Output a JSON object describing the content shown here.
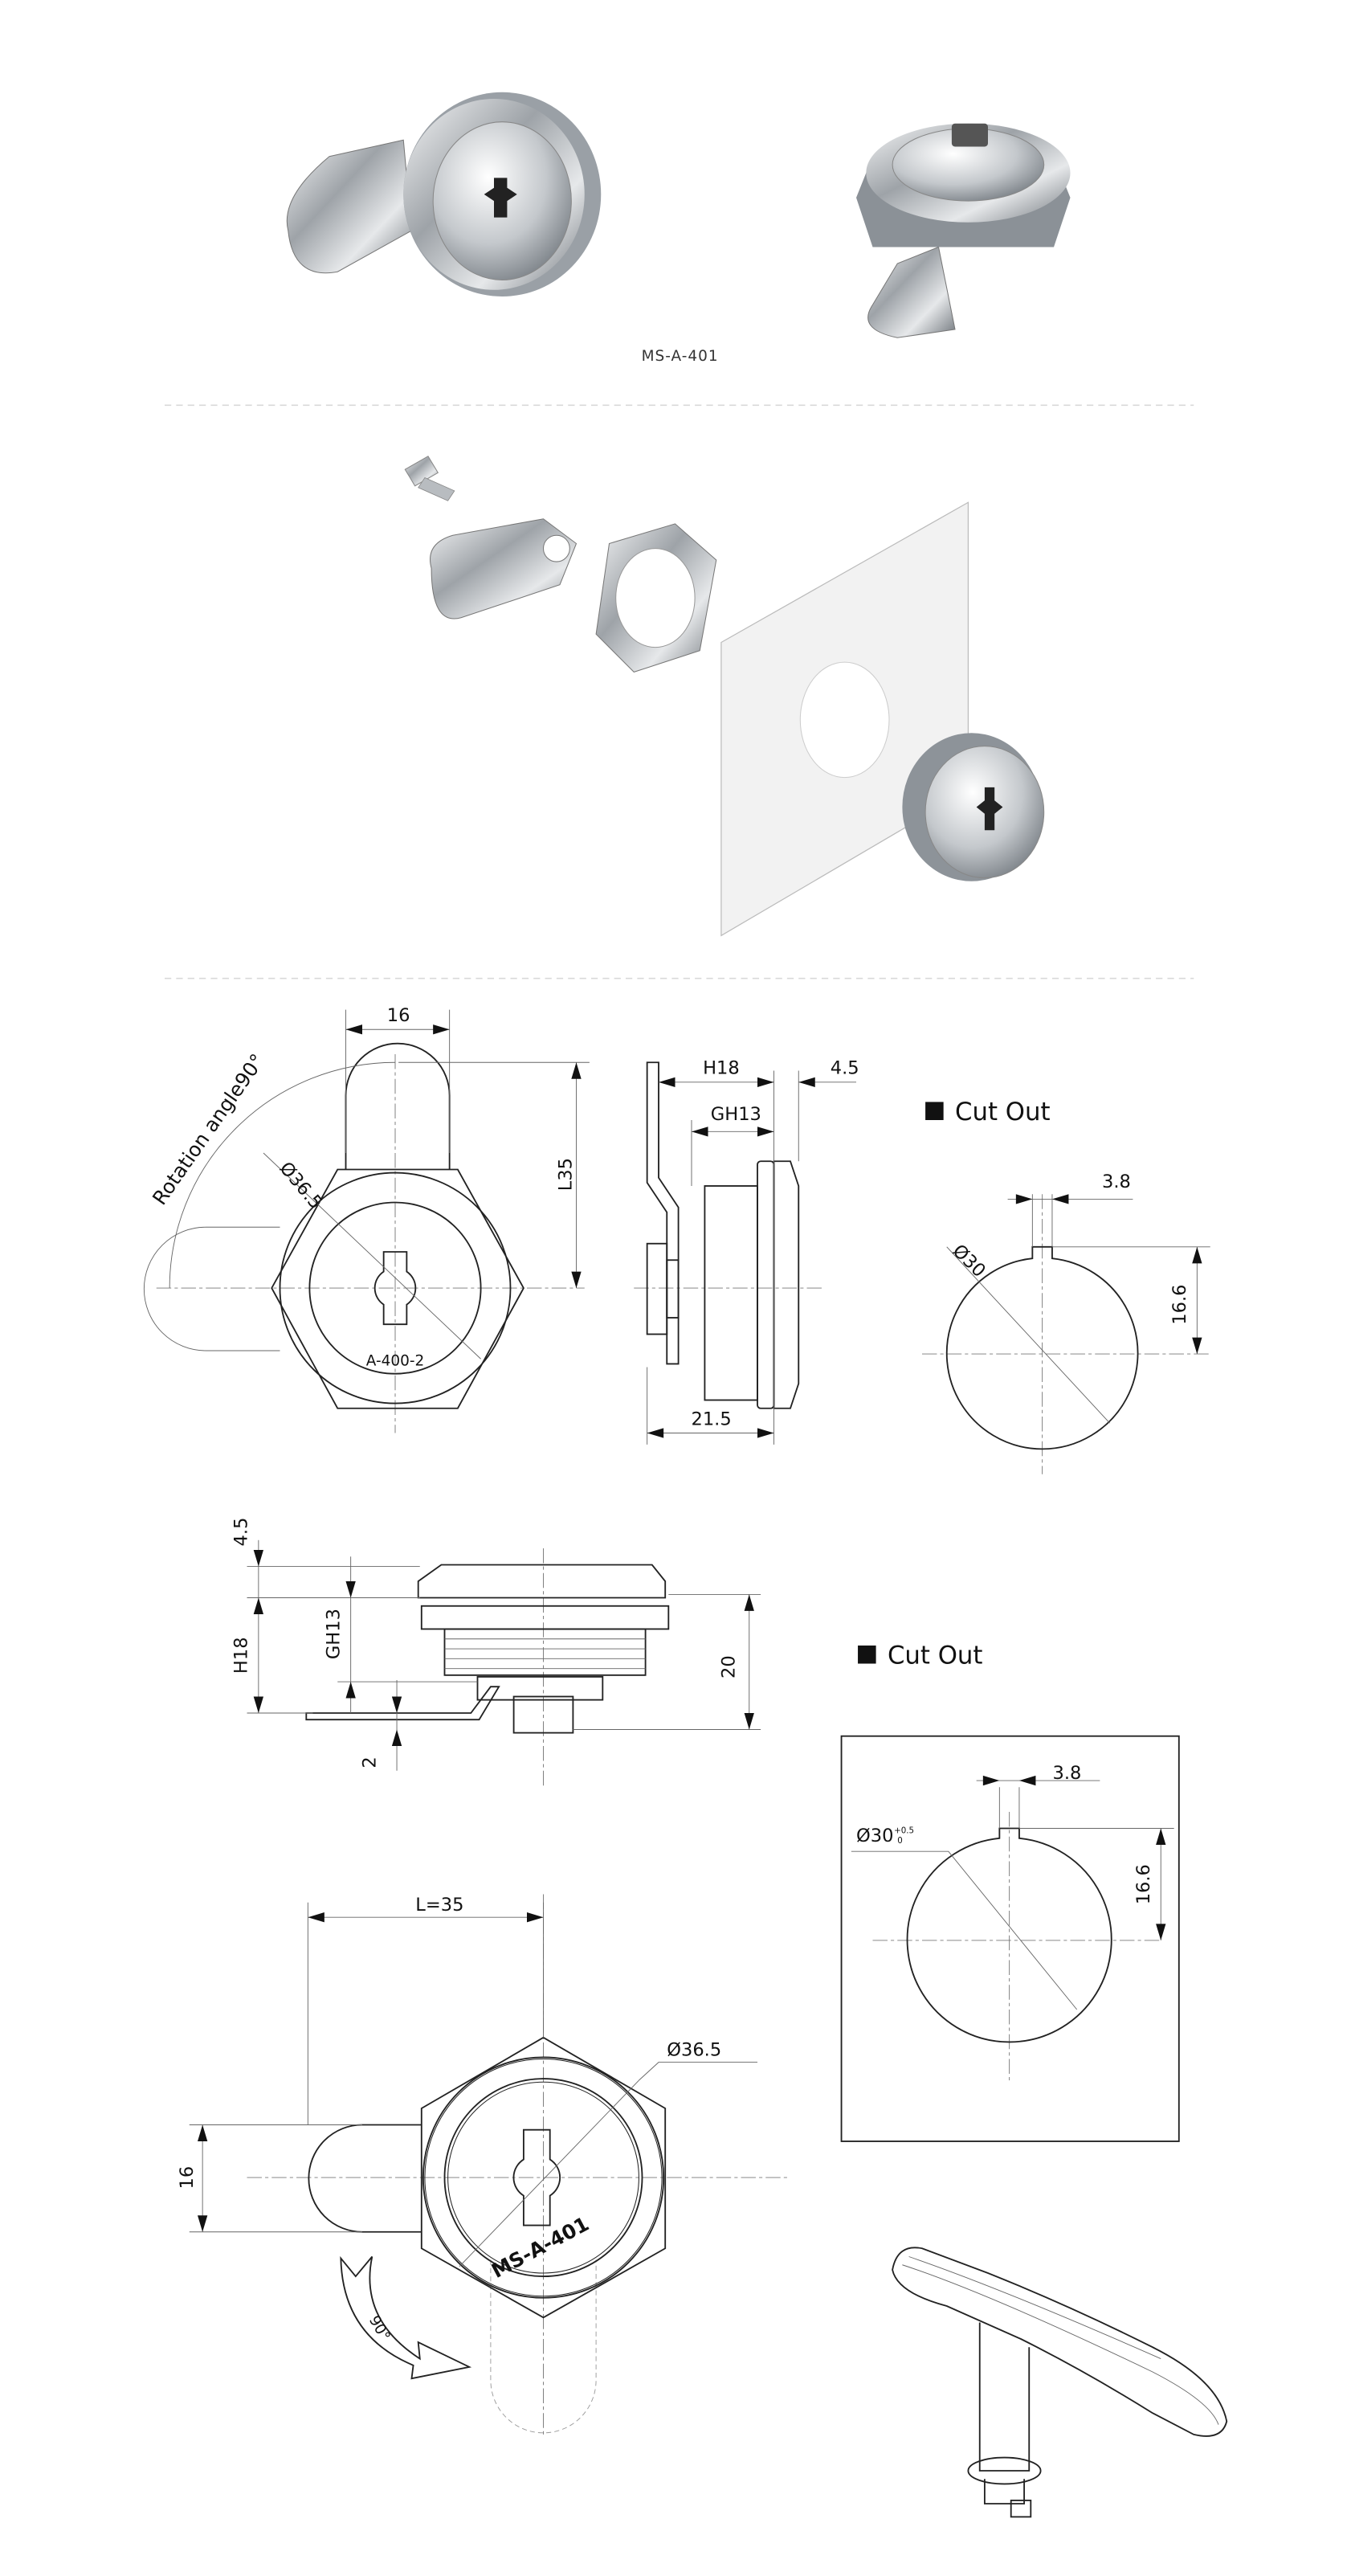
{
  "product": {
    "model_label": "MS-A-401"
  },
  "front_view_1": {
    "width_dim": "16",
    "length_dim": "L35",
    "diameter_dim": "Ø36.5",
    "rotation_label": "Rotation angle90°",
    "engraving": "A-400-2"
  },
  "side_view_1": {
    "h_dim": "H18",
    "gh_dim": "GH13",
    "bezel_dim": "4.5",
    "total_dim": "21.5"
  },
  "cutout_1": {
    "title": "Cut Out",
    "key_width": "3.8",
    "diameter": "Ø30",
    "height": "16.6"
  },
  "side_view_2": {
    "bezel_dim": "4.5",
    "h_dim": "H18",
    "gh_dim": "GH13",
    "cam_thickness": "2",
    "height_dim": "20"
  },
  "cutout_2": {
    "title": "Cut Out",
    "key_width": "3.8",
    "diameter": "Ø30",
    "tol_upper": "+0.5",
    "tol_lower": "0",
    "height": "16.6"
  },
  "front_view_2": {
    "length_dim": "L=35",
    "width_dim": "16",
    "diameter_dim": "Ø36.5",
    "engraving": "MS-A-401",
    "rotation_label": "90°"
  },
  "colors": {
    "line": "#222222",
    "divider": "#d8d8d8",
    "metal": "#c9ccd0"
  }
}
